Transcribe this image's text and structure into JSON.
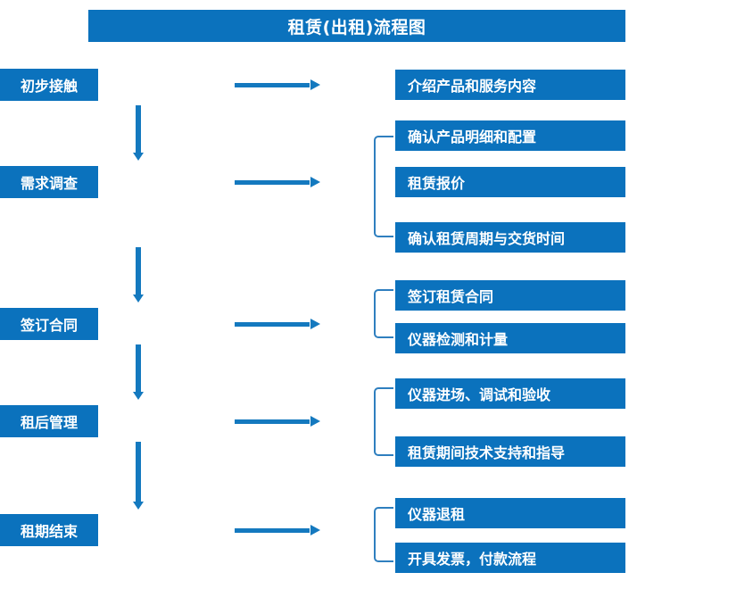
{
  "title": "租赁(出租)流程图",
  "theme": {
    "box_fill": "#0b72bd",
    "box_text": "#ffffff",
    "arrow": "#1479bf",
    "bracket": "#2f7fbf",
    "background": "#ffffff"
  },
  "stages": [
    {
      "id": "initial-contact",
      "label": "初步接触"
    },
    {
      "id": "needs-survey",
      "label": "需求调查"
    },
    {
      "id": "sign-contract",
      "label": "签订合同"
    },
    {
      "id": "post-rent-manage",
      "label": "租后管理"
    },
    {
      "id": "lease-end",
      "label": "租期结束"
    }
  ],
  "details": [
    {
      "id": "intro-products",
      "label": "介绍产品和服务内容"
    },
    {
      "id": "confirm-spec",
      "label": "确认产品明细和配置"
    },
    {
      "id": "rental-quote",
      "label": "租赁报价"
    },
    {
      "id": "confirm-period",
      "label": "确认租赁周期与交货时间"
    },
    {
      "id": "sign-rental-contract",
      "label": "签订租赁合同"
    },
    {
      "id": "instrument-test",
      "label": "仪器检测和计量"
    },
    {
      "id": "instrument-entry",
      "label": "仪器进场、调试和验收"
    },
    {
      "id": "tech-support",
      "label": "租赁期间技术支持和指导"
    },
    {
      "id": "instrument-return",
      "label": "仪器退租"
    },
    {
      "id": "invoice-payment",
      "label": "开具发票，付款流程"
    }
  ]
}
